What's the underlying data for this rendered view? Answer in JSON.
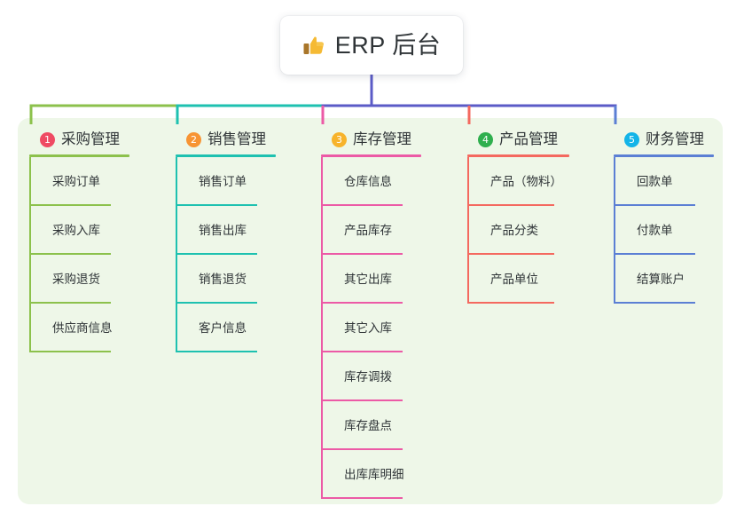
{
  "root": {
    "icon": "thumbs-up-icon",
    "title": "ERP 后台"
  },
  "palette": {
    "panel_bg": "#eef7e8",
    "page_bg": "#ffffff",
    "text": "#2f3437",
    "root_connector": "#5b5bc7"
  },
  "columns": [
    {
      "number": "1",
      "title": "采购管理",
      "badge_color": "#ef4b63",
      "line_color": "#8cc14c",
      "items": [
        {
          "label": "采购订单"
        },
        {
          "label": "采购入库"
        },
        {
          "label": "采购退货"
        },
        {
          "label": "供应商信息"
        }
      ]
    },
    {
      "number": "2",
      "title": "销售管理",
      "badge_color": "#f79433",
      "line_color": "#1ec1b0",
      "items": [
        {
          "label": "销售订单"
        },
        {
          "label": "销售出库"
        },
        {
          "label": "销售退货"
        },
        {
          "label": "客户信息"
        }
      ]
    },
    {
      "number": "3",
      "title": "库存管理",
      "badge_color": "#f7b32b",
      "line_color": "#ec5aa6",
      "items": [
        {
          "label": "仓库信息"
        },
        {
          "label": "产品库存"
        },
        {
          "label": "其它出库"
        },
        {
          "label": "其它入库"
        },
        {
          "label": "库存调拨"
        },
        {
          "label": "库存盘点"
        },
        {
          "label": "出库库明细"
        }
      ]
    },
    {
      "number": "4",
      "title": "产品管理",
      "badge_color": "#2faf4e",
      "line_color": "#f4695f",
      "items": [
        {
          "label": "产品（物料）"
        },
        {
          "label": "产品分类"
        },
        {
          "label": "产品单位"
        }
      ]
    },
    {
      "number": "5",
      "title": "财务管理",
      "badge_color": "#13b4e8",
      "line_color": "#5b7fd4",
      "items": [
        {
          "label": "回款单"
        },
        {
          "label": "付款单"
        },
        {
          "label": "结算账户"
        }
      ]
    }
  ]
}
